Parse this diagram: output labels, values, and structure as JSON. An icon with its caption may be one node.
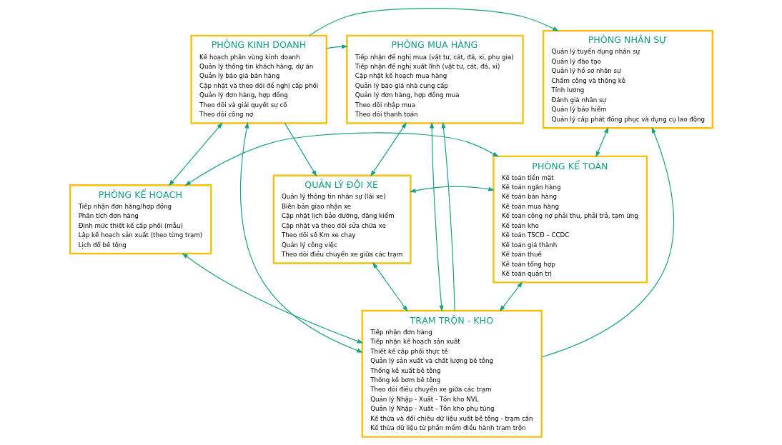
{
  "diagram": {
    "nodes": [
      {
        "text": [
          "PHÒNG KINH DOANH",
          "Kế hoạch phân vùng kinh doanh",
          "Quản lý thông tin khách hàng, dự án",
          "Quản lý báo giá bán hàng",
          "Cập nhật và theo dõi đề nghị cấp phối",
          "Quản lý đơn hàng, hợp đồng",
          "Theo dõi và giải quyết sự cố",
          "Theo dõi công nợ"
        ]
      },
      {
        "text": [
          "PHÒNG MUA HÀNG",
          "Tiếp nhận đề nghị mua (vật tư, cát, đá, xi, phụ gia)",
          "Tiếp nhận đề nghị xuất lĩnh (vật tư, cát, đá, xi)",
          "Cập nhật kế hoạch mua hàng",
          "Quản lý báo giá nhà cung cấp",
          "Quản lý đơn hàng, hợp đồng mua",
          "Theo dõi nhập mua",
          "Theo dõi thanh toán"
        ]
      },
      {
        "text": [
          "PHÒNG NHÂN SỰ",
          "Quản lý tuyển dụng nhân sự",
          "Quản lý đào tạo",
          "Quản lý hồ sơ nhân sự",
          "Chấm công và thống kê",
          "Tính lương",
          "Đánh giá nhân sự",
          "Quản lý bảo hiểm",
          "Quản lý cấp phát đồng phục và dụng cụ lao động"
        ]
      },
      {
        "text": [
          "PHÒNG KẾ HOẠCH",
          "Tiếp nhận đơn hàng/hợp đồng",
          "Phân tích đơn hàng",
          "Định mức thiết kế cấp phối (mẫu)",
          "Lập kế hoạch sản xuất (theo từng trạm)",
          "Lịch đổ bê tông"
        ]
      },
      {
        "text": [
          "QUẢN LÝ ĐỘI XE",
          "Quản lý thông tin nhân sự (lái xe)",
          "Biên bản giao nhận xe",
          "Cập nhật lịch bảo dưỡng, đăng kiểm",
          "Cập nhật và theo dõi sửa chữa xe",
          "Theo dõi số Km xe chạy",
          "Quản lý công việc",
          "Theo dõi điều chuyển xe giữa các trạm"
        ]
      },
      {
        "text": [
          "PHÒNG KẾ TOÁN",
          "Kế toán tiền mặt",
          "Kế toán ngân hàng",
          "Kế toán bán hàng",
          "Kế toán mua hàng",
          "Kế toán công nợ phải thu, phải trả, tạm ứng",
          "Kế toán kho",
          "Kế toán TSCĐ – CCDC",
          "Kế toán giá thành",
          "Kế toán thuế",
          "Kế toán tổng hợp",
          "Kế toán quản trị"
        ]
      },
      {
        "text": [
          "TRẠM TRỘN - KHO",
          "Tiếp nhận đơn hàng",
          "Tiếp nhận kế hoạch sản xuất",
          "Thiết kế cấp phối thực tế",
          "Quản lý sản xuất và chất lượng bê tông",
          "Thống kê xuất bê tông",
          "Thống kê bơm bê tông",
          "Theo dõi điều chuyển xe giữa các trạm",
          "Quản lý Nhập - Xuất - Tồn kho NVL",
          "Quản lý Nhập - Xuất - Tồn kho phụ tùng",
          "Kế thừa và đối chiếu dữ liệu xuất bê tông - trạm cân",
          "Kế thừa dữ liệu từ phần mềm điều hành trạm trộn"
        ]
      }
    ],
    "edges": [
      {
        "from": 0,
        "to": 3,
        "arrow": "both"
      },
      {
        "from": 0,
        "to": 1,
        "arrow": "to"
      },
      {
        "from": 0,
        "to": 2,
        "arrow": "to"
      },
      {
        "from": 6,
        "to": 0,
        "arrow": "both"
      },
      {
        "from": 6,
        "to": 1,
        "arrow": "both"
      },
      {
        "from": 0,
        "to": 4,
        "arrow": "to"
      },
      {
        "from": 1,
        "to": 4,
        "arrow": "both"
      },
      {
        "from": 6,
        "to": 1,
        "arrow": "to"
      },
      {
        "from": 6,
        "to": 2,
        "arrow": "to"
      },
      {
        "from": 2,
        "to": 5,
        "arrow": "both"
      },
      {
        "from": 4,
        "to": 5,
        "arrow": "both"
      },
      {
        "from": 3,
        "to": 5,
        "arrow": "both"
      },
      {
        "from": 3,
        "to": 6,
        "arrow": "both"
      },
      {
        "from": 4,
        "to": 6,
        "arrow": "both"
      },
      {
        "from": 6,
        "to": 5,
        "arrow": "both"
      }
    ]
  }
}
